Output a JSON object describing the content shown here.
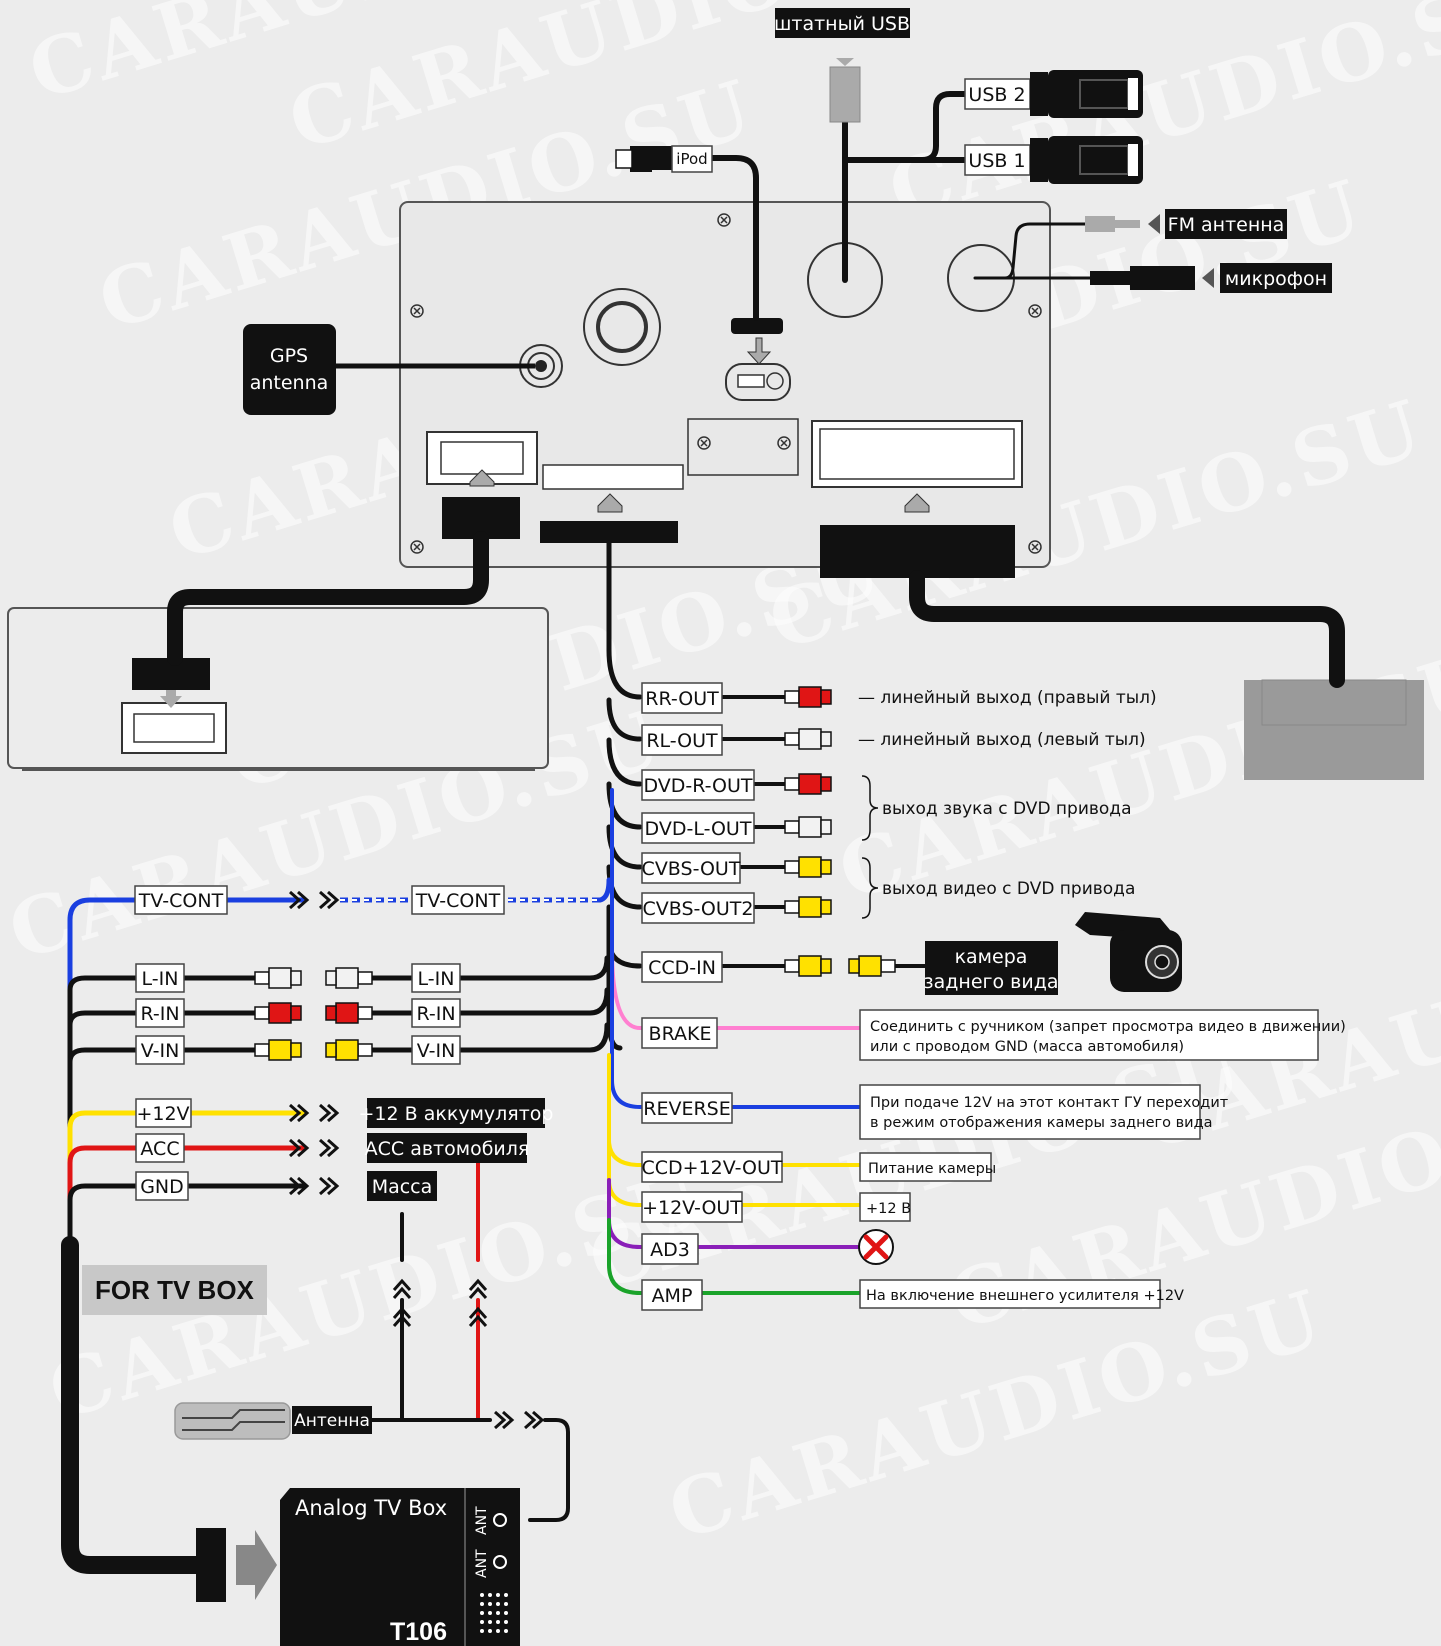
{
  "watermark": "CARAUDIO.SU",
  "top_connectors": {
    "stock_usb": "штатный USB",
    "usb2": "USB 2",
    "usb1": "USB 1",
    "ipod": "iPod",
    "fm_antenna": "FM антенна",
    "microphone": "микрофон",
    "gps_line1": "GPS",
    "gps_line2": "antenna"
  },
  "outputs": {
    "rr_out": "RR-OUT",
    "rl_out": "RL-OUT",
    "dvd_r_out": "DVD-R-OUT",
    "dvd_l_out": "DVD-L-OUT",
    "cvbs_out": "CVBS-OUT",
    "cvbs_out2": "CVBS-OUT2",
    "ccd_in": "CCD-IN",
    "brake": "BRAKE",
    "reverse": "REVERSE",
    "ccd_12v_out": "CCD+12V-OUT",
    "plus12v_out": "+12V-OUT",
    "ad3": "AD3",
    "amp": "AMP"
  },
  "descriptions": {
    "rr_out": "— линейный выход (правый тыл)",
    "rl_out": "— линейный выход (левый тыл)",
    "dvd_audio": "выход звука с DVD привода",
    "dvd_video": "выход видео с DVD привода",
    "camera_line1": "камера",
    "camera_line2": "заднего вида",
    "brake_line1": "Соединить с ручником (запрет просмотра видео в движении)",
    "brake_line2": "или с проводом GND (масса автомобиля)",
    "reverse_line1": "При подаче 12V на этот контакт ГУ переходит",
    "reverse_line2": "в режим отображения камеры заднего вида",
    "ccd_power": "Питание камеры",
    "plus12v": "+12 В",
    "amp": "На включение внешнего усилителя +12V"
  },
  "tv_box": {
    "tv_cont": "TV-CONT",
    "l_in": "L-IN",
    "r_in": "R-IN",
    "v_in": "V-IN",
    "plus12v": "+12V",
    "acc": "ACC",
    "gnd": "GND",
    "battery": "+12 В аккумулятор",
    "acc_car": "АСС автомобиля",
    "ground": "Масса",
    "for_tv_box": "FOR TV BOX",
    "antenna": "Антенна",
    "box_name": "Analog TV Box",
    "ant": "ANT",
    "model": "T106"
  },
  "colors": {
    "black": "#111111",
    "blue": "#1a3fe0",
    "pink": "#ff7fd0",
    "yellow": "#ffe100",
    "red": "#e01515",
    "purple": "#8a1fb8",
    "green": "#1aa32a",
    "rca_red": "#e01515",
    "rca_white": "#f2f2f2",
    "rca_yellow": "#ffe100",
    "unit_gray": "#9a9a9a"
  }
}
